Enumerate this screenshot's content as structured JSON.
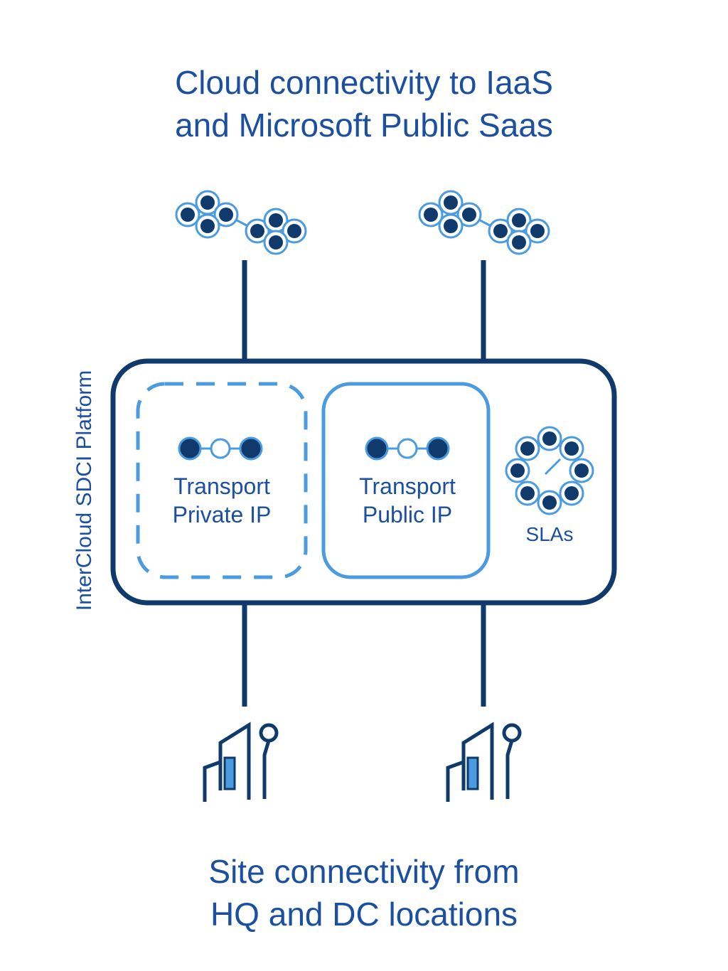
{
  "header": {
    "line1": "Cloud connectivity to IaaS",
    "line2": "and Microsoft Public Saas"
  },
  "footer": {
    "line1": "Site connectivity from",
    "line2": "HQ and DC locations"
  },
  "platform": {
    "label": "InterCloud SDCI Platform"
  },
  "modules": {
    "private": {
      "line1": "Transport",
      "line2": "Private IP"
    },
    "public": {
      "line1": "Transport",
      "line2": "Public IP"
    },
    "slas": {
      "label": "SLAs"
    }
  },
  "icons": {
    "cloud": "cloud-network-icon",
    "building": "building-icon",
    "transport": "node-chain-icon",
    "sla": "sla-gauge-icon"
  },
  "colors": {
    "dark_navy": "#0f3a6b",
    "title_blue": "#1b4fa0",
    "light_blue": "#4a9be0"
  }
}
